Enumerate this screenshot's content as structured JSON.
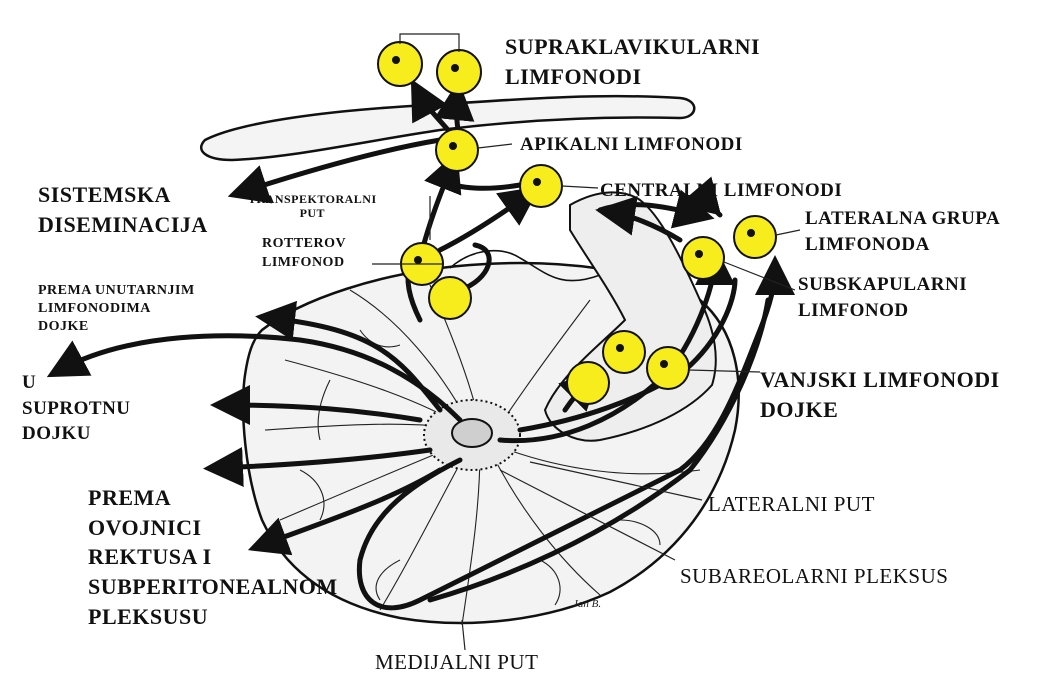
{
  "labels": {
    "supraklavikularni": [
      "SUPRAKLAVIKULARNI",
      "LIMFONODI"
    ],
    "apikalni": "APIKALNI LIMFONODI",
    "sistemska": [
      "SISTEMSKA",
      "DISEMINACIJA"
    ],
    "transpektoralni": [
      "TRANSPEKTORALNI",
      "PUT"
    ],
    "centralni": "CENTRALNI LIMFONODI",
    "rotterov": [
      "ROTTEROV",
      "LIMFONOD"
    ],
    "lateralna_grupa": [
      "LATERALNA GRUPA",
      "LIMFONODA"
    ],
    "prema_unutarnjim": [
      "PREMA UNUTARNJIM",
      "LIMFONODIMA",
      "DOJKE"
    ],
    "subskapularni": [
      "SUBSKAPULARNI",
      "LIMFONOD"
    ],
    "suprotnu": [
      "U",
      "SUPROTNU",
      "DOJKU"
    ],
    "vanjski": [
      "VANJSKI LIMFONODI",
      "DOJKE"
    ],
    "rektus": [
      "PREMA",
      "OVOJNICI",
      "REKTUSA I",
      "SUBPERITONEALNOM",
      "PLEKSUSU"
    ],
    "lateralni_put": "LATERALNI PUT",
    "subareolarni": "SUBAREOLARNI PLEKSUS",
    "medijalni": "MEDIJALNI PUT"
  },
  "signature": "Jan B.",
  "colors": {
    "node_fill": "#f7ec1c",
    "ink": "#111111"
  }
}
